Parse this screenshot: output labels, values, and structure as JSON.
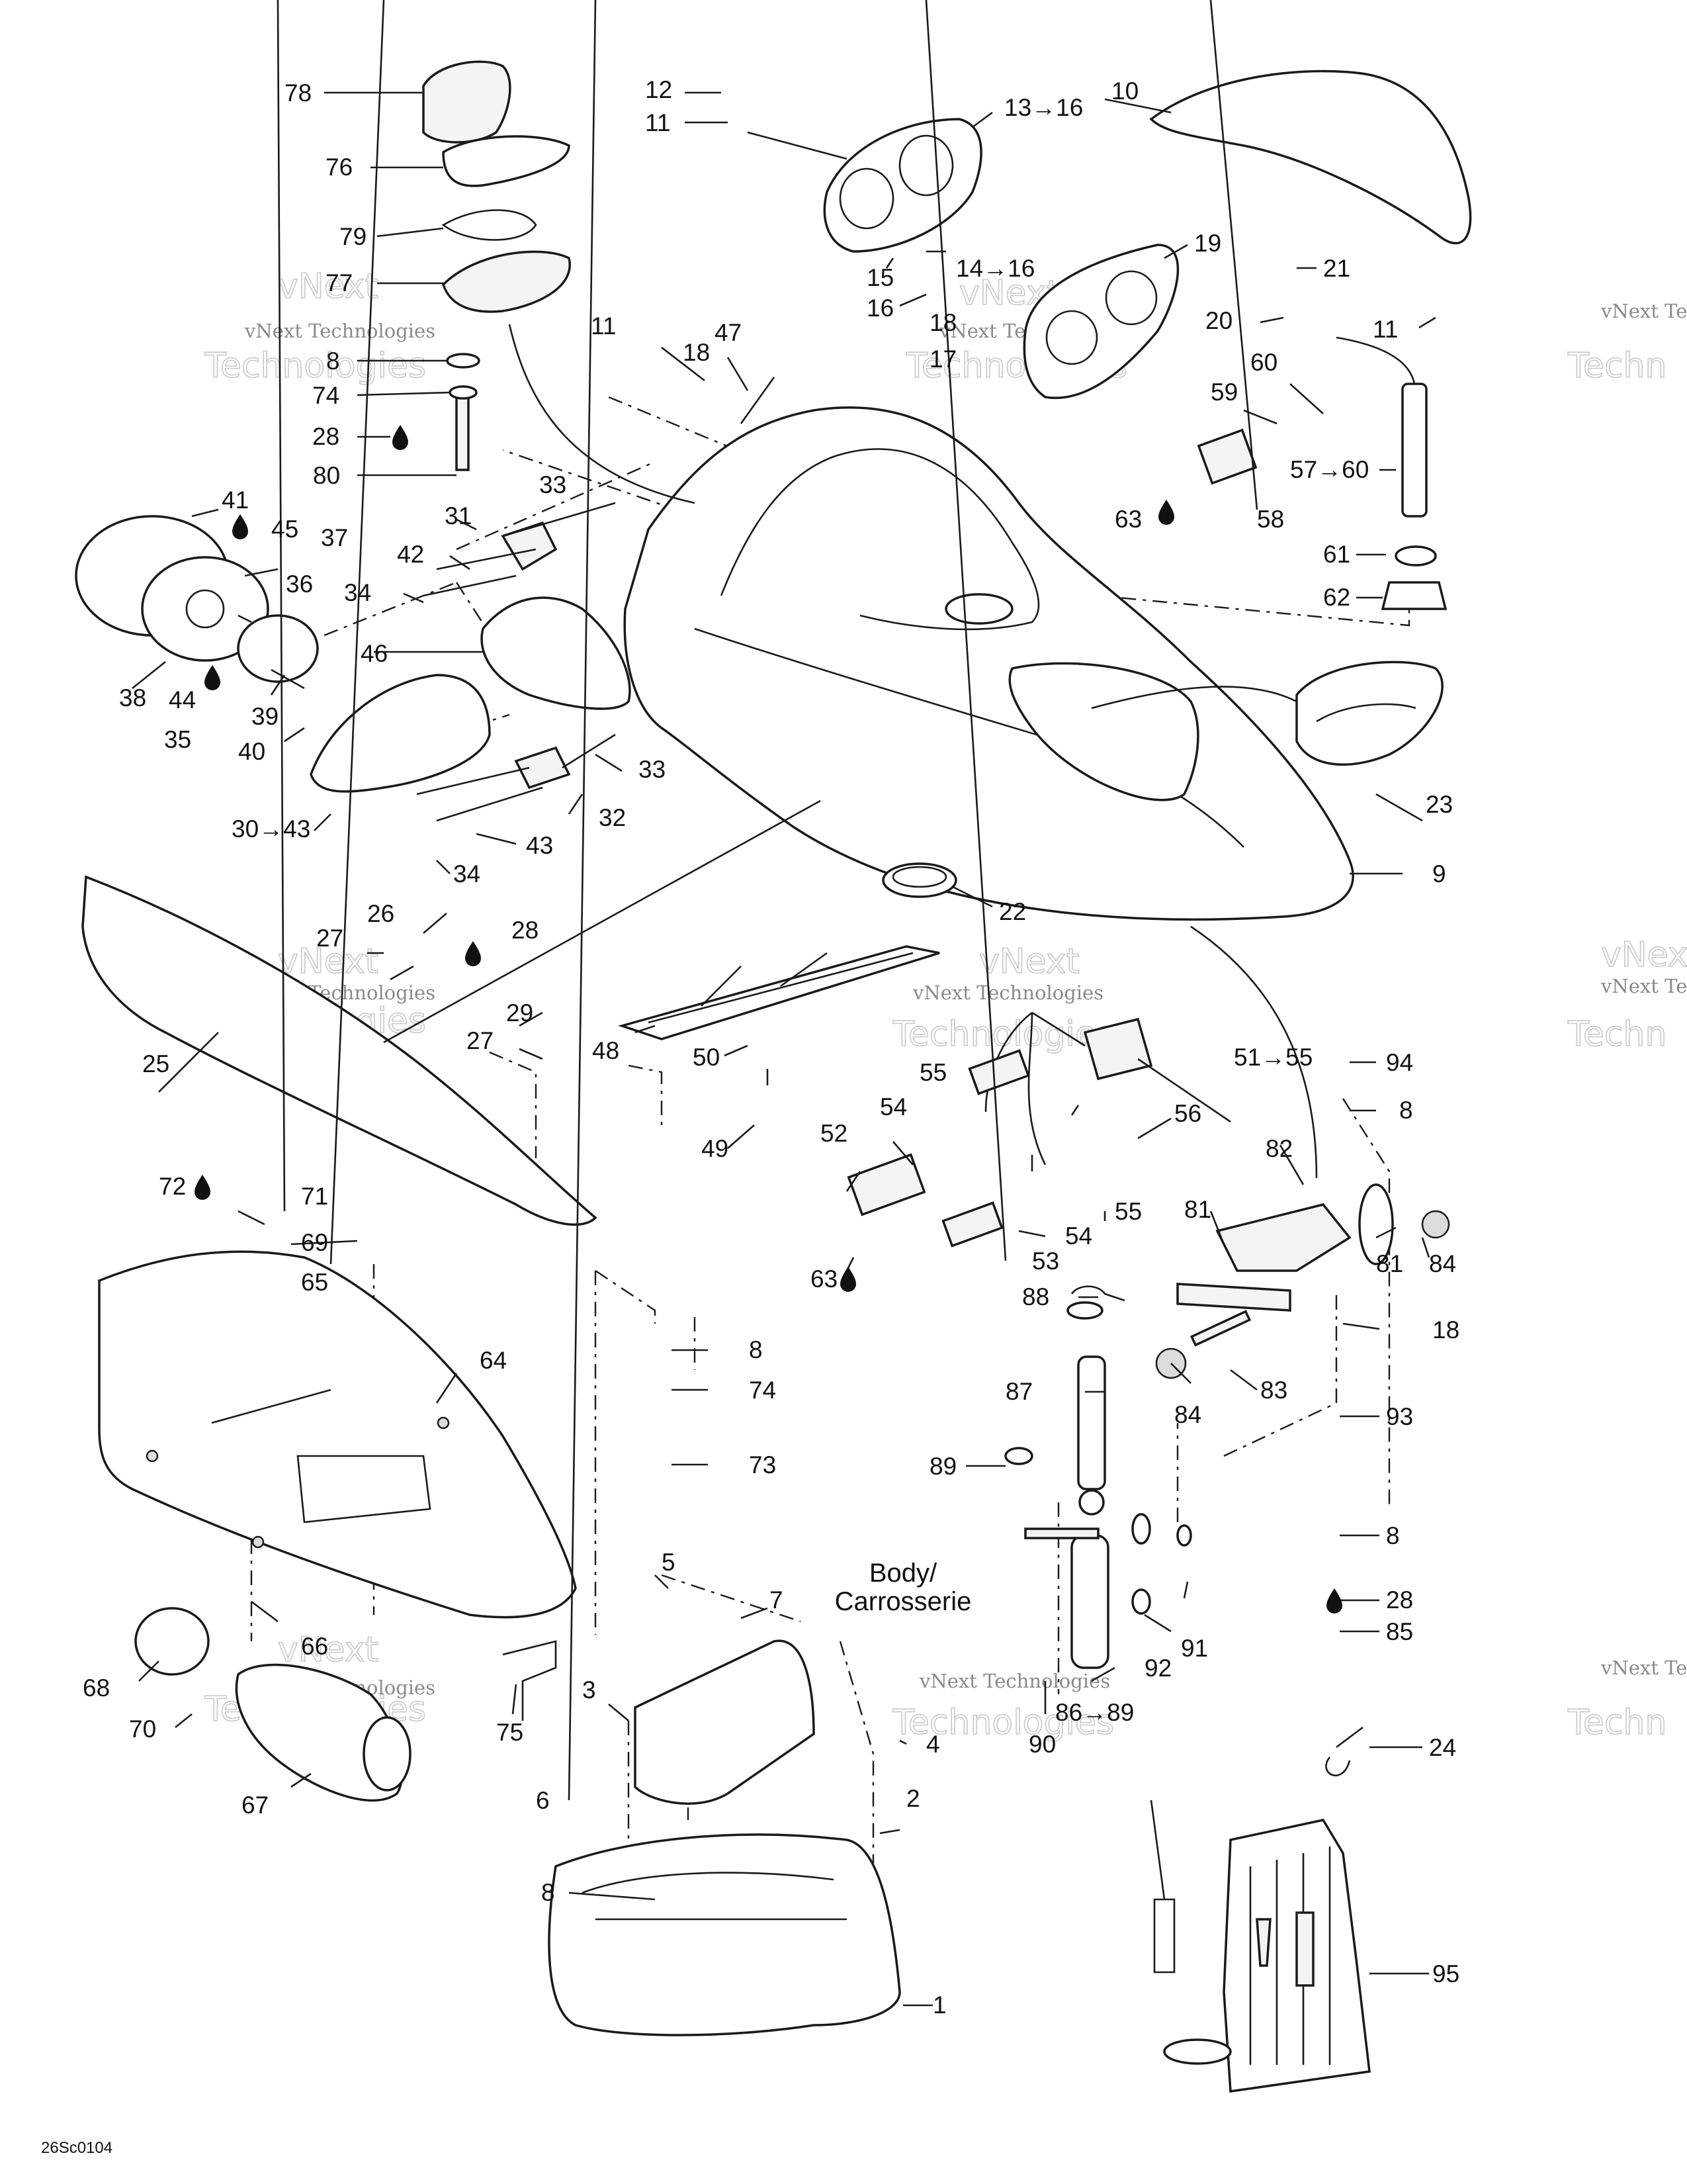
{
  "diagram_code": "26Sc0104",
  "watermark": {
    "line1": "vNext Technologies",
    "line2": "Technologies",
    "line2_partial": "Techn",
    "overlay": "vNext"
  },
  "body_label": {
    "line1": "Body/",
    "line2": "Carrosserie"
  },
  "colors": {
    "ink": "#1a1a1a",
    "watermark": "#8a8a8a",
    "background": "#ffffff"
  },
  "icons": [
    "oil-drop-icon"
  ],
  "callouts": {
    "c1": "1",
    "c2": "2",
    "c3": "3",
    "c4": "4",
    "c5": "5",
    "c6": "6",
    "c7": "7",
    "c8a": "8",
    "c8b": "8",
    "c8c": "8",
    "c8d": "8",
    "c8e": "8",
    "c9": "9",
    "c10": "10",
    "c11a": "11",
    "c11b": "11",
    "c11c": "11",
    "c12": "12",
    "c13": "13→16",
    "c14": "14→16",
    "c15": "15",
    "c16": "16",
    "c17": "17",
    "c18a": "18",
    "c18b": "18",
    "c18c": "18",
    "c19": "19",
    "c20": "20",
    "c21": "21",
    "c22": "22",
    "c23": "23",
    "c24": "24",
    "c25": "25",
    "c26": "26",
    "c27a": "27",
    "c27b": "27",
    "c28a": "28",
    "c28b": "28",
    "c28c": "28",
    "c29": "29",
    "c30": "30→43",
    "c31": "31",
    "c32": "32",
    "c33a": "33",
    "c33b": "33",
    "c34a": "34",
    "c34b": "34",
    "c35": "35",
    "c36": "36",
    "c37": "37",
    "c38": "38",
    "c39": "39",
    "c40": "40",
    "c41": "41",
    "c42": "42",
    "c43": "43",
    "c44": "44",
    "c45": "45",
    "c46": "46",
    "c47": "47",
    "c48": "48",
    "c49": "49",
    "c50": "50",
    "c51": "51→55",
    "c52": "52",
    "c53": "53",
    "c54a": "54",
    "c54b": "54",
    "c55a": "55",
    "c55b": "55",
    "c56": "56",
    "c57": "57→60",
    "c58": "58",
    "c59": "59",
    "c60": "60",
    "c61": "61",
    "c62": "62",
    "c63a": "63",
    "c63b": "63",
    "c64": "64",
    "c65": "65",
    "c66": "66",
    "c67": "67",
    "c68": "68",
    "c69": "69",
    "c70": "70",
    "c71": "71",
    "c72": "72",
    "c73": "73",
    "c74a": "74",
    "c74b": "74",
    "c75": "75",
    "c76": "76",
    "c77": "77",
    "c78": "78",
    "c79": "79",
    "c80": "80",
    "c81a": "81",
    "c81b": "81",
    "c82": "82",
    "c83": "83",
    "c84a": "84",
    "c84b": "84",
    "c85": "85",
    "c86": "86→89",
    "c87": "87",
    "c88": "88",
    "c89": "89",
    "c90": "90",
    "c91": "91",
    "c92": "92",
    "c93": "93",
    "c94": "94",
    "c95": "95"
  }
}
